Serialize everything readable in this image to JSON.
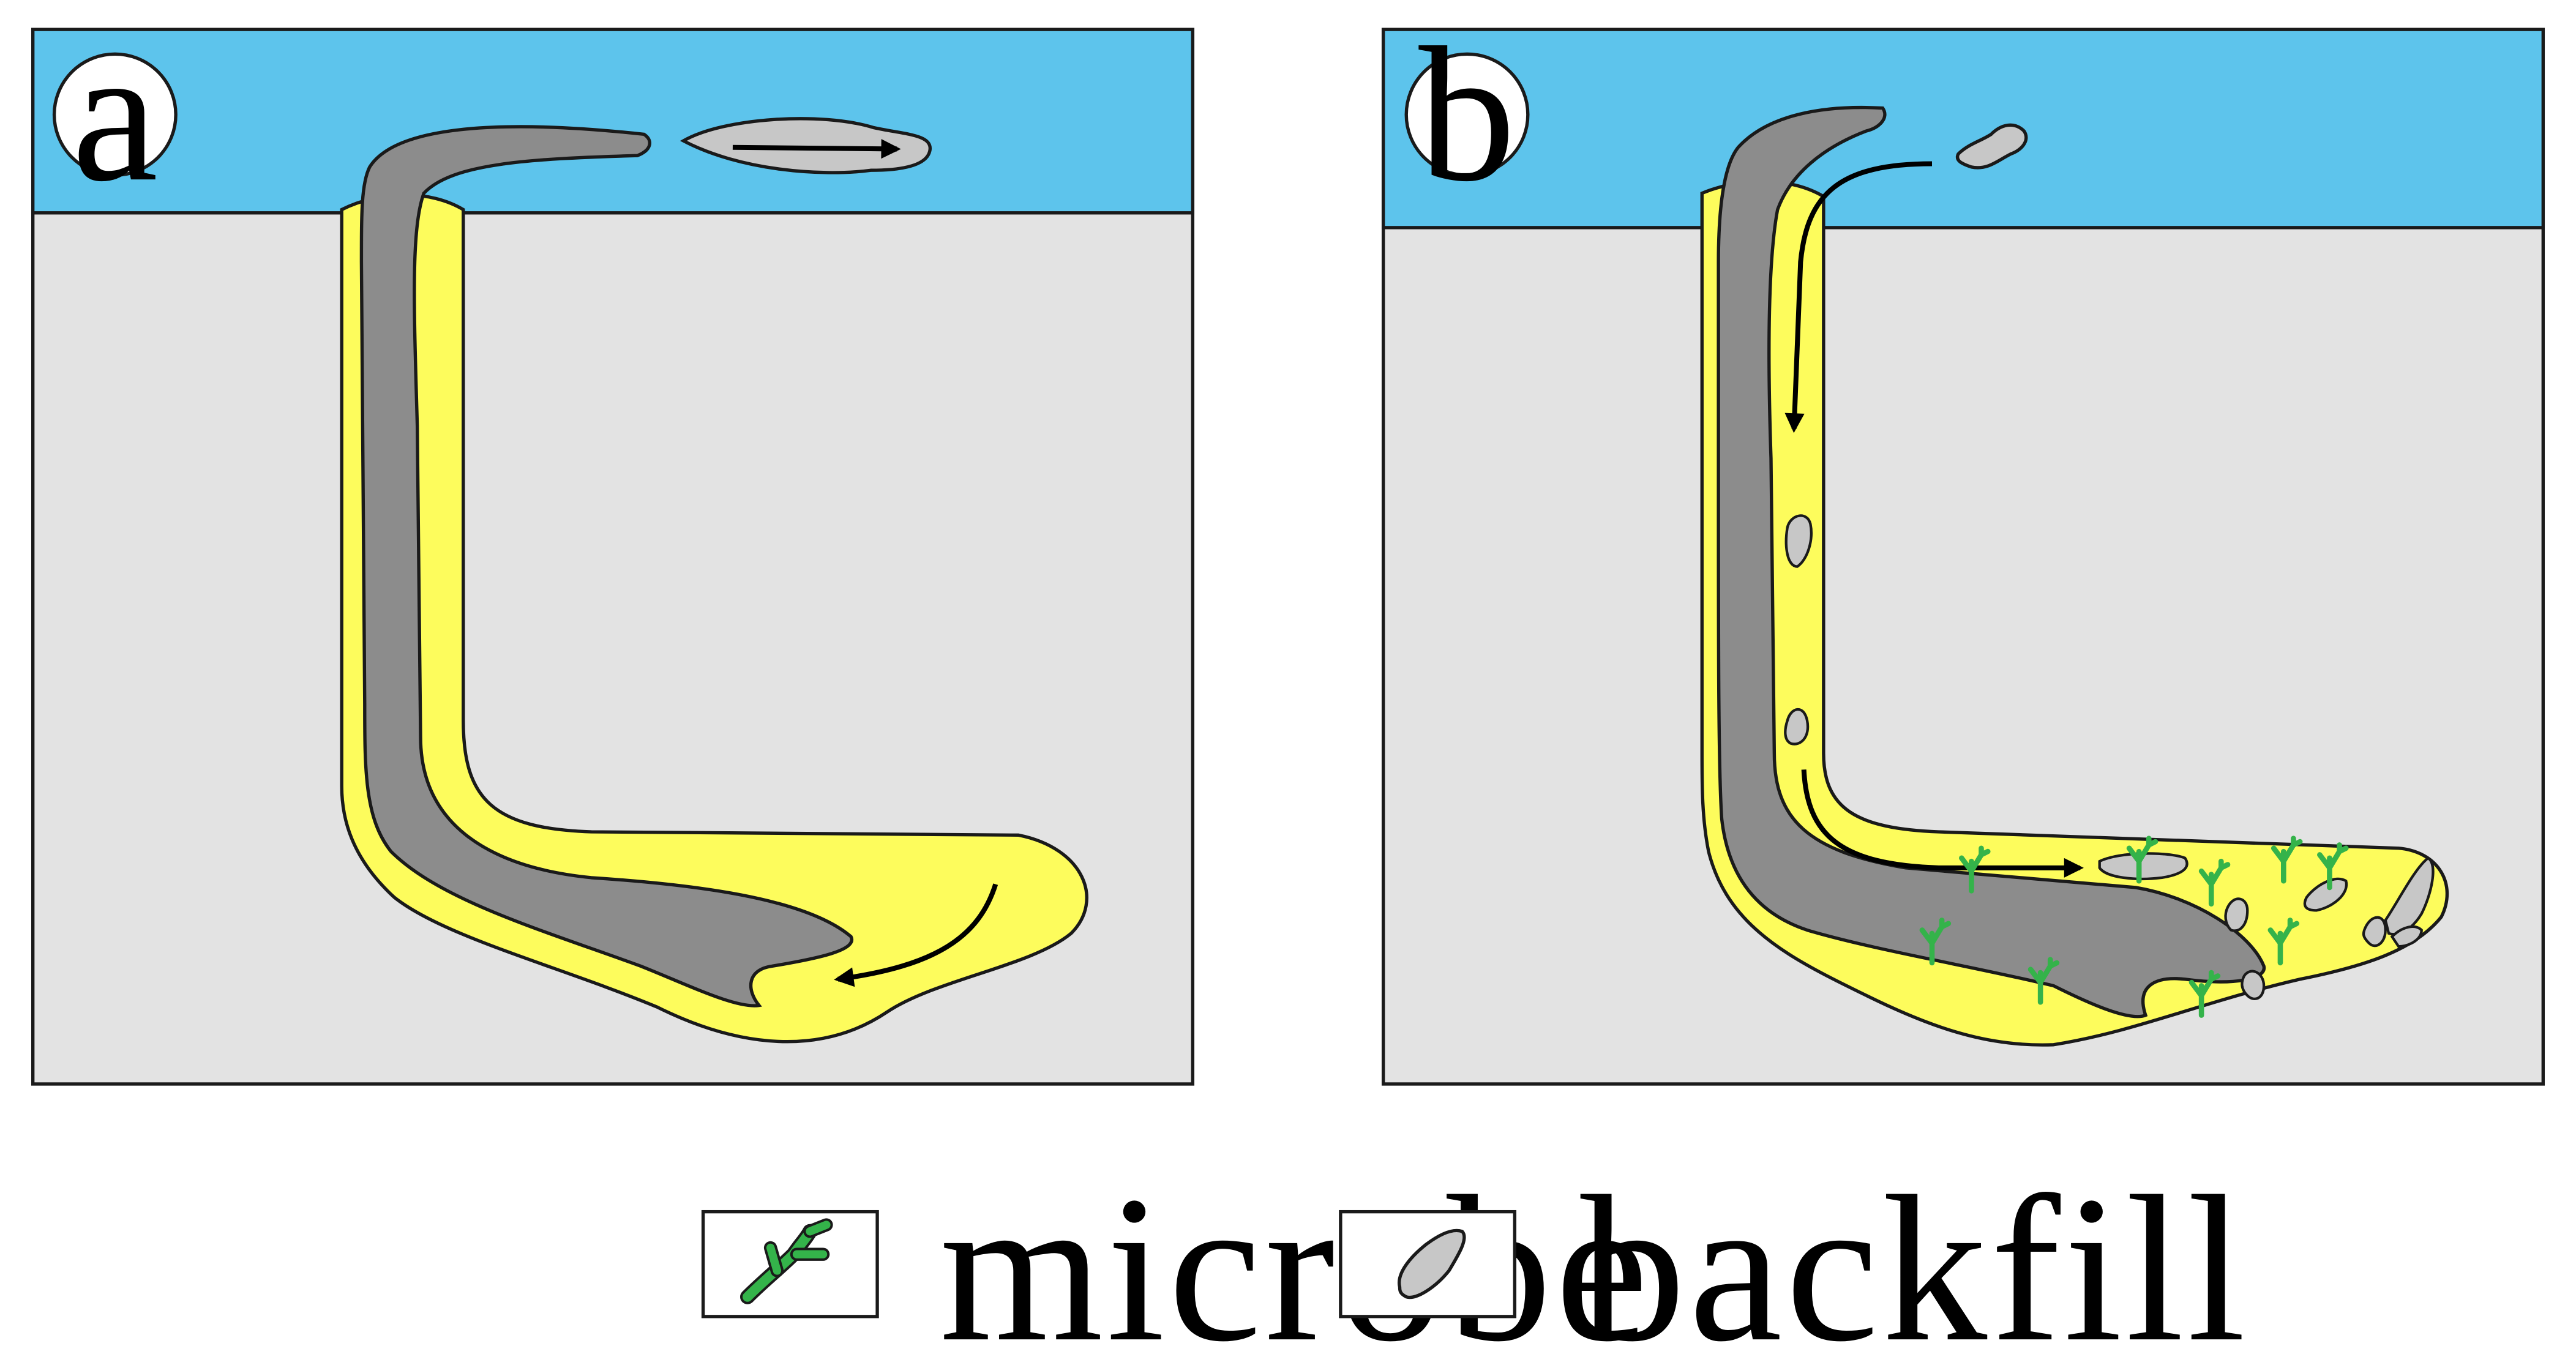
{
  "colors": {
    "water": "#5dc4ec",
    "sediment": "#e3e3e3",
    "burrow_lining": "#fdfc5c",
    "animal": "#8c8c8c",
    "backfill": "#c7c7c7",
    "microbe": "#34b34a",
    "outline": "#1a1a1a",
    "background": "#ffffff"
  },
  "panels": [
    {
      "id": "a",
      "label": "a"
    },
    {
      "id": "b",
      "label": "b"
    }
  ],
  "legend": {
    "items": [
      {
        "icon": "microbe-icon",
        "label": "microbe"
      },
      {
        "icon": "backfill-icon",
        "label": "backfill"
      }
    ]
  }
}
